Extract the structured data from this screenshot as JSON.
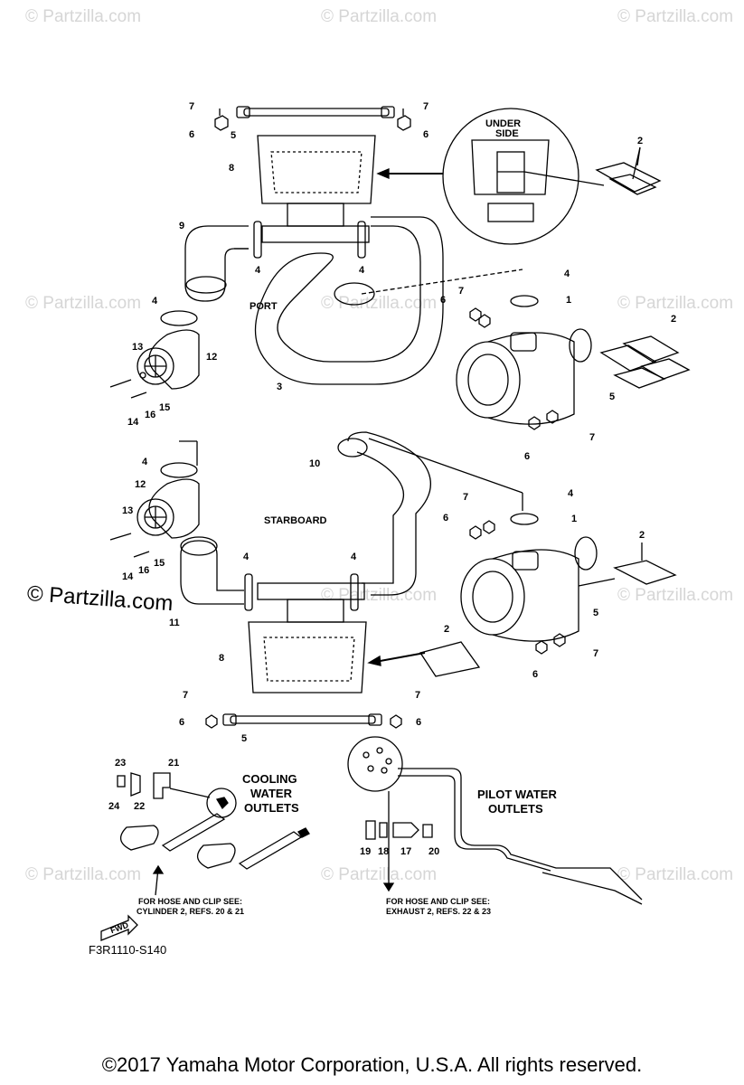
{
  "watermark": "© Partzilla.com",
  "brand_mark": "© Partzilla.com",
  "sections": {
    "port": "PORT",
    "starboard": "STARBOARD",
    "under_side": [
      "UNDER",
      "SIDE"
    ],
    "cooling": [
      "COOLING",
      "WATER",
      "OUTLETS"
    ],
    "pilot": [
      "PILOT WATER",
      "OUTLETS"
    ]
  },
  "notes": {
    "cooling_hose": [
      "FOR HOSE AND CLIP SEE:",
      "CYLINDER 2, REFS. 20 & 21"
    ],
    "pilot_hose": [
      "FOR HOSE AND CLIP SEE:",
      "EXHAUST 2, REFS. 22 & 23"
    ]
  },
  "fwd_label": "FWD",
  "diagram_code": "F3R1110-S140",
  "copyright": "©2017  Yamaha Motor Corporation, U.S.A. All rights reserved.",
  "callouts": {
    "port_7a": "7",
    "port_6a": "6",
    "port_5": "5",
    "port_7b": "7",
    "port_6b": "6",
    "port_8": "8",
    "port_2_inset": "2",
    "port_9": "9",
    "port_4a": "4",
    "port_4b": "4",
    "port_4c": "4",
    "port_4d": "4",
    "port_6c": "6",
    "port_7c": "7",
    "port_1": "1",
    "port_2b": "2",
    "port_13": "13",
    "port_12": "12",
    "port_3": "3",
    "port_5b": "5",
    "port_7d": "7",
    "port_6d": "6",
    "port_14": "14",
    "port_16": "16",
    "port_15": "15",
    "stb_10": "10",
    "stb_4a": "4",
    "stb_12": "12",
    "stb_7a": "7",
    "stb_4b": "4",
    "stb_6a": "6",
    "stb_1": "1",
    "stb_13": "13",
    "stb_2a": "2",
    "stb_4c": "4",
    "stb_4d": "4",
    "stb_16": "16",
    "stb_15": "15",
    "stb_14": "14",
    "stb_11": "11",
    "stb_5a": "5",
    "stb_2b": "2",
    "stb_8": "8",
    "stb_7b": "7",
    "stb_6b": "6",
    "stb_7c": "7",
    "stb_6c": "6",
    "stb_7d": "7",
    "stb_6d": "6",
    "stb_5b": "5",
    "c_23": "23",
    "c_21": "21",
    "c_24": "24",
    "c_22": "22",
    "p_19": "19",
    "p_18": "18",
    "p_17": "17",
    "p_20": "20"
  }
}
